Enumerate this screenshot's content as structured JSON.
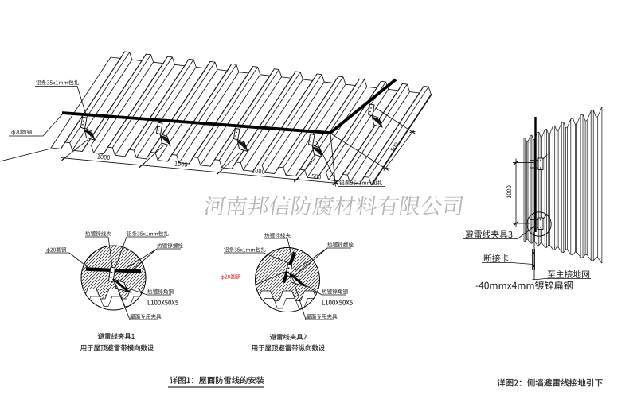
{
  "page": {
    "background": "#ffffff",
    "type": "engineering-drawing"
  },
  "watermark": {
    "text": "河南邦信防腐材料有限公司",
    "color": "#b6b6b6"
  },
  "figure1": {
    "caption": "详图1：屋面防雷线的安装",
    "roof_view": {
      "label_wrap_top": "铝条35x1mm包扎",
      "label_rod": "φ20圆钢",
      "label_wrap_bottom": "铝条35x1mm包扎",
      "dims": [
        "1000",
        "1000",
        "1000",
        "500"
      ],
      "dim_slope": "500"
    },
    "detail1": {
      "title": "避雷线夹具1",
      "subtitle": "用于屋顶避雷带横向敷设",
      "labels": {
        "clip": "热镀锌线夹",
        "wrap": "铝条35x1mm包扎",
        "bolt": "热镀锌螺栓",
        "rod": "φ20圆钢",
        "angle": "热镀锌角钢",
        "angle_size": "L100X50X5",
        "roof_clamp": "屋面专用夹具"
      }
    },
    "detail2": {
      "title": "避雷线夹具2",
      "subtitle": "用于屋顶避雷带纵向敷设",
      "labels": {
        "clip": "热镀锌线夹",
        "wrap": "铝条35x1mm包扎",
        "bolt": "热镀锌螺栓",
        "rod": "φ20圆钢",
        "rod_color": "#cc2222",
        "angle": "热镀锌角钢",
        "angle_size": "L100X50X5",
        "roof_clamp": "屋面专用夹具"
      }
    }
  },
  "figure2": {
    "caption": "详图2：侧墙避雷线接地引下",
    "labels": {
      "clamp": "避雷线夹具3",
      "disconnect": "断接卡",
      "to_grid": "至主接地网",
      "flat_steel": "-40mmx4mm镀锌扁钢",
      "dim": "1000"
    }
  }
}
